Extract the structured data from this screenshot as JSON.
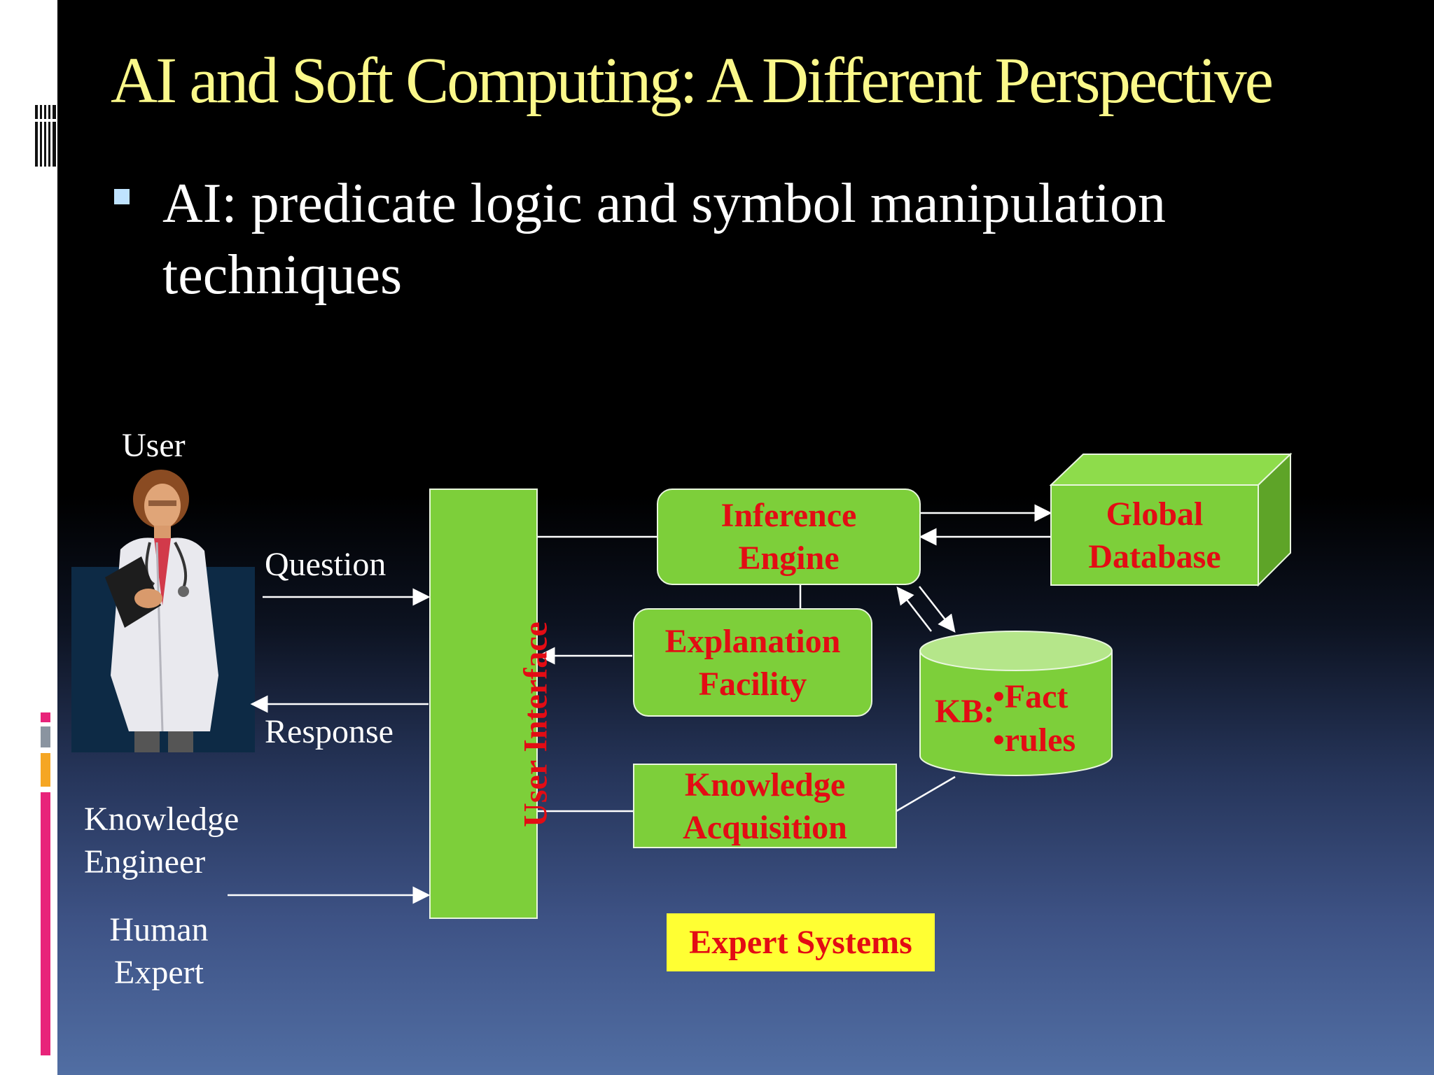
{
  "slide": {
    "title": "AI and Soft Computing: A  Different Perspective",
    "bullet": "AI: predicate logic and symbol manipulation techniques"
  },
  "labels": {
    "user": "User",
    "question": "Question",
    "response": "Response",
    "knowledge_engineer": "Knowledge Engineer",
    "human_expert": "Human Expert"
  },
  "blocks": {
    "user_interface": "User Interface",
    "inference_engine": [
      "Inference",
      "Engine"
    ],
    "global_database": [
      "Global",
      "Database"
    ],
    "explanation_facility": [
      "Explanation",
      "Facility"
    ],
    "knowledge_acquisition": [
      "Knowledge",
      "Acquisition"
    ],
    "kb_prefix": "KB:",
    "kb_items": [
      "•Fact",
      "•rules"
    ]
  },
  "caption": "Expert Systems",
  "icons": [
    "doctor-illustration",
    "film-strip-icon"
  ],
  "colors": {
    "title": "#fbf88a",
    "box_fill": "#7dcf3a",
    "box_text": "#e30c14",
    "caption_fill": "#ffff33",
    "accent_pink": "#e8237a",
    "accent_orange": "#f5a623"
  }
}
